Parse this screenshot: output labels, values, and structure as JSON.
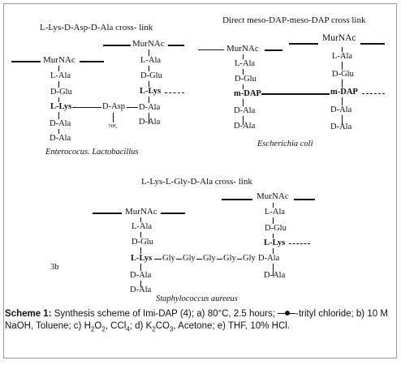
{
  "diagram": {
    "headings": {
      "lys_asp": "L-Lys-D-Asp-D-Ala cross- link",
      "dap": "Direct meso-DAP-meso-DAP cross link",
      "lys_gly": "L-Lys-L-Gly-D-Ala cross- link"
    },
    "common": {
      "murnac": "MurNAc"
    },
    "panel1": {
      "left_chain": [
        "L-Ala",
        "D-Glu",
        "L-Lys",
        "D-Ala",
        "D-Ala"
      ],
      "right_chain": [
        "L-Ala",
        "D-Glu",
        "L-Lys",
        "D-Ala",
        "D-Ala"
      ],
      "bridge": "D-Asp",
      "nh2": "NH₂",
      "organism": "Enterococus. Lactobacillus"
    },
    "panel2": {
      "left_chain": [
        "L-Ala",
        "D-Glu",
        "m-DAP",
        "D-Ala",
        "D-Ala"
      ],
      "right_chain": [
        "L-Ala",
        "D-Glu",
        "m-DAP",
        "D-Ala",
        "D-Ala"
      ],
      "organism": "Escherichia coli"
    },
    "panel3": {
      "label": "3b",
      "left_chain": [
        "L-Ala",
        "D-Glu",
        "L-Lys",
        "D-Ala",
        "D-Ala"
      ],
      "right_chain": [
        "L-Ala",
        "D-Glu",
        "L-Lys",
        "D-Ala",
        "D-Ala"
      ],
      "bridge": [
        "Gly",
        "Gly",
        "Gly",
        "Gly",
        "Gly"
      ],
      "organism": "Staphylococcus aureeus"
    }
  },
  "caption": {
    "label": "Scheme 1:",
    "part1": "Synthesis scheme of Imi-DAP (4); a) 80°C, 2.5 hours;",
    "trityl": "-trityl",
    "part2": "chloride; b) 10 M NaOH, Toluene; c) H",
    "h2o2_sub": "2",
    "o2": "O",
    "o2_sub": "2",
    "ccl": ", CCl",
    "ccl_sub": "4",
    "k2co3_a": "; d) K",
    "k2co3_sub1": "2",
    "k2co3_b": "CO",
    "k2co3_sub2": "3",
    "part3": ", Acetone; e) THF, 10% HCl."
  }
}
